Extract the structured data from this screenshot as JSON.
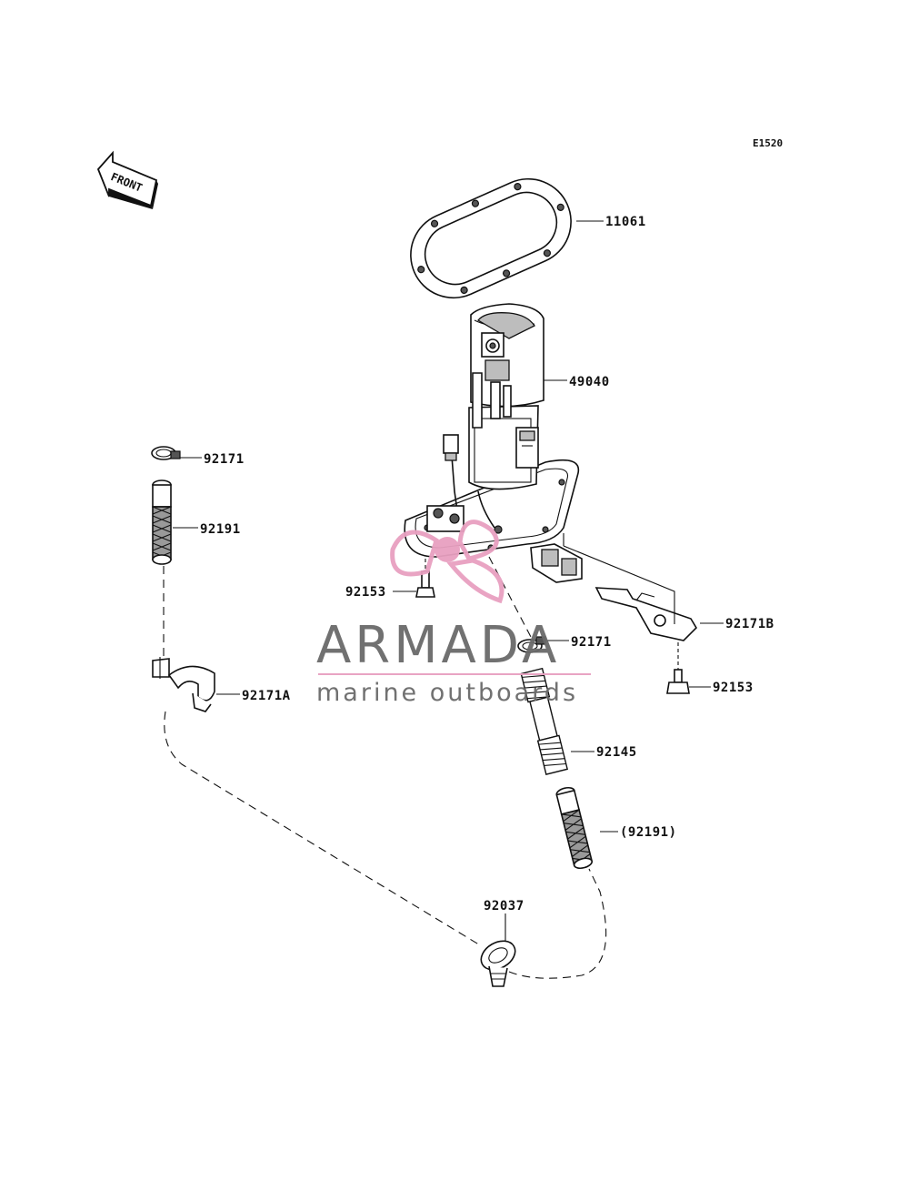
{
  "diagram_code": "E1520",
  "front_label": "FRONT",
  "parts": [
    {
      "id": "gasket",
      "label": "11061"
    },
    {
      "id": "fuel-pump-assy",
      "label": "49040"
    },
    {
      "id": "clamp-top-left",
      "label": "92171"
    },
    {
      "id": "hose-left",
      "label": "92191"
    },
    {
      "id": "bolt-flange-left",
      "label": "92153"
    },
    {
      "id": "clamp-hose-center",
      "label": "92171"
    },
    {
      "id": "bracket-b",
      "label": "92171B"
    },
    {
      "id": "bolt-bracket",
      "label": "92153"
    },
    {
      "id": "clamp-a",
      "label": "92171A"
    },
    {
      "id": "hose-spring",
      "label": "92145"
    },
    {
      "id": "hose-center",
      "label": "(92191)"
    },
    {
      "id": "grommet",
      "label": "92037"
    }
  ],
  "watermark": {
    "title": "ARMADA",
    "subtitle": "marine outboards",
    "logo_color": "#e8a0c0",
    "text_color": "#6a6a6a"
  }
}
